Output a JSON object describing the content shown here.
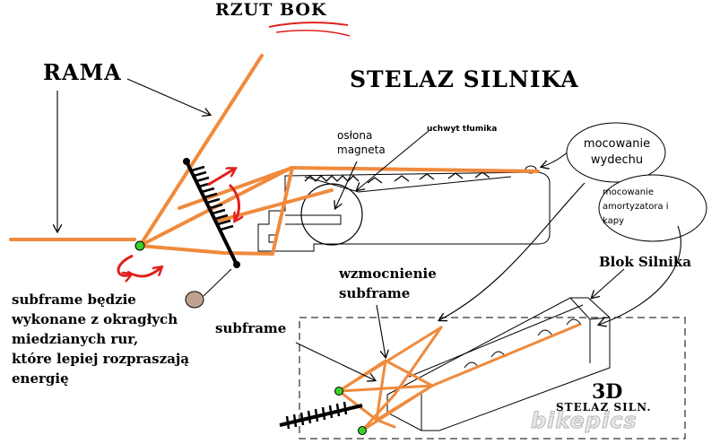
{
  "labels": {
    "view_title": "RZUT BOK",
    "frame": "RAMA",
    "engine_cradle": "STELAZ SILNIKA",
    "magneto_cover_line1": "osłona",
    "magneto_cover_line2": "magneta",
    "muffler_mount": "uchwyt tłumika",
    "exhaust_mount_line1": "mocowanie",
    "exhaust_mount_line2": "wydechu",
    "shock_mount_line1": "mocowanie",
    "shock_mount_line2": "amortyzatora i",
    "shock_mount_line3": "kapy",
    "engine_block": "Blok Silnika",
    "reinforcement_line1": "wzmocnienie",
    "reinforcement_line2": "subframe",
    "subframe": "subframe",
    "note_line1": "subframe będzie",
    "note_line2": "wykonane z okragłych",
    "note_line3": "miedzianych rur,",
    "note_line4": "które lepiej rozpraszają",
    "note_line5": "energię",
    "view_3d": "3D",
    "cradle_3d": "STELAZ SILN.",
    "watermark": "bikepics"
  },
  "colors": {
    "frame_tube": "#f08a3c",
    "arrow_red": "#e0201c",
    "pivot_green": "#39d12a",
    "ink": "#000000"
  }
}
